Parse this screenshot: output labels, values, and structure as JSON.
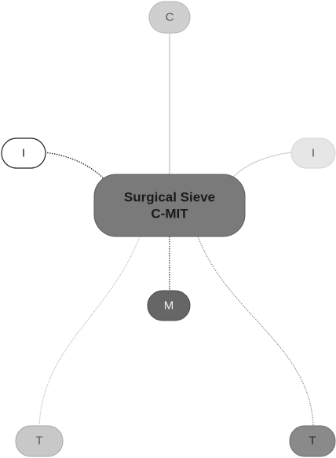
{
  "center": {
    "line1": "Surgical Sieve",
    "line2": "C-MIT",
    "fill": "#7a7a7a",
    "text_color": "#1a1a1a"
  },
  "nodes": {
    "top": {
      "label": "C",
      "fill": "#cfcfcf",
      "text_color": "#555555"
    },
    "left": {
      "label": "I",
      "fill": "#ffffff",
      "text_color": "#222222"
    },
    "right": {
      "label": "I",
      "fill": "#e6e6e6",
      "text_color": "#555555"
    },
    "middle": {
      "label": "M",
      "fill": "#666666",
      "text_color": "#f2f2f2"
    },
    "bottom_left": {
      "label": "T",
      "fill": "#c8c8c8",
      "text_color": "#555555"
    },
    "bottom_right": {
      "label": "T",
      "fill": "#8a8a8a",
      "text_color": "#2a2a2a"
    }
  }
}
